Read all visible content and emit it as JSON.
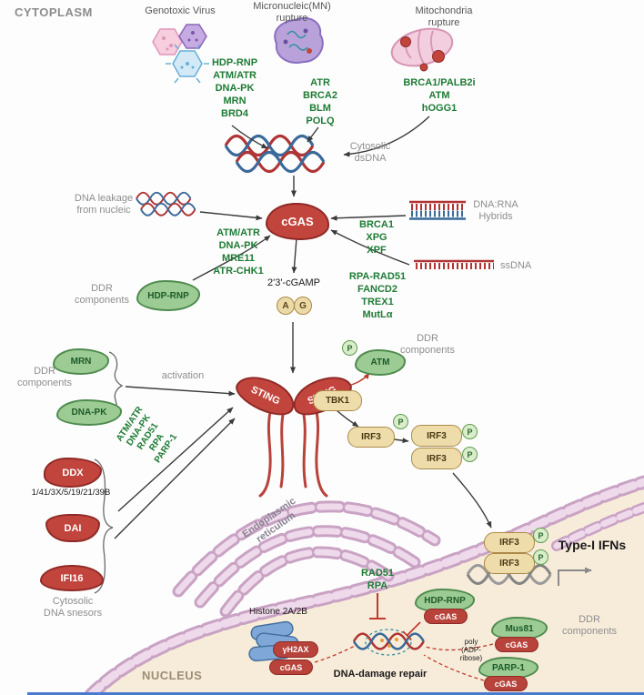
{
  "labels": {
    "cytoplasm": "CYTOPLASM",
    "nucleus": "NUCLEUS",
    "p": "P"
  },
  "top": {
    "virus_title": "Genotoxic Virus",
    "virus_factors": "HDP-RNP\nATM/ATR\nDNA-PK\nMRN\nBRD4",
    "mn_title": "Micronucleic(MN)\nrupture",
    "mn_factors": "ATR\nBRCA2\nBLM\nPOLQ",
    "mito_title": "Mitochondria\nrupture",
    "mito_factors": "BRCA1/PALB2i\nATM\nhOGG1"
  },
  "center": {
    "dsdna": "Cytosolic\ndsDNA",
    "leak": "DNA leakage\nfrom nucleic",
    "cgas": "cGAS",
    "hybrid_label": "DNA:RNA\nHybrids",
    "hybrid_factors": "BRCA1\nXPG\nXPF",
    "ssdna_label": "ssDNA",
    "ssdna_factors": "RPA-RAD51\nFANCD2\nTREX1\nMutLα",
    "gamp_factors": "ATM/ATR\nDNA-PK\nMRE11\nATR-CHK1",
    "cgamp": "2'3'-cGAMP",
    "a": "A",
    "g": "G",
    "ddr": "DDR\ncomponents",
    "hdp_rnp": "HDP-RNP"
  },
  "sting": {
    "label": "STING",
    "activation": "activation",
    "mrn": "MRN",
    "dnapk": "DNA-PK",
    "ddr": "DDR\ncomponents",
    "diag_factors": "ATM/ATR\nDNA-PK\nRAD51\nRPA\nPARP-1"
  },
  "sensors": {
    "ddx": "DDX",
    "ddx_sub": "1/41/3X/5/19/21/39B",
    "dai": "DAI",
    "ifi16": "IFI16",
    "caption": "Cytosolic\nDNA snesors"
  },
  "signaling": {
    "tbk1": "TBK1",
    "atm": "ATM",
    "ddr": "DDR\ncomponents",
    "irf3": "IRF3",
    "type_i": "Type-I IFNs",
    "er": "Endoplasmic\nreticulum"
  },
  "nuc": {
    "rad51_rpa": "RAD51\nRPA",
    "repair": "DNA-damage repair",
    "histone": "Histone 2A/2B",
    "yh2ax": "γH2AX",
    "cgas": "cGAS",
    "hdp_rnp": "HDP-RNP",
    "mus81": "Mus81",
    "parp1": "PARP-1",
    "poly": "poly\n(ADP-\nribose)",
    "ddr": "DDR\ncomponents"
  },
  "colors": {
    "green_text": "#1e7b34",
    "red_blob": "#c2453d",
    "green_blob": "#9ccb93",
    "tan": "#ecd9a8",
    "membrane": "#c9a2c4",
    "nucleus_bg": "#f7ecda"
  }
}
